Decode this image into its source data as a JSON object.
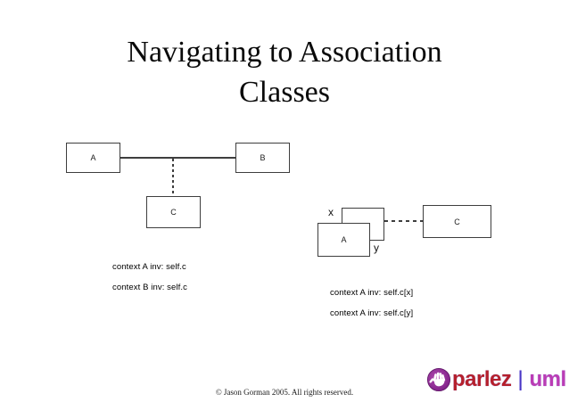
{
  "title": {
    "line1": "Navigating to Association",
    "line2": "Classes"
  },
  "left_diagram": {
    "class_a": "A",
    "class_b": "B",
    "association_class": "C",
    "constraints": [
      "context A inv: self.c",
      "context B inv: self.c"
    ]
  },
  "right_diagram": {
    "class_a": "A",
    "association_class": "C",
    "qualifier_x": "x",
    "qualifier_y": "y",
    "constraints": [
      "context A inv: self.c[x]",
      "context A inv: self.c[y]"
    ]
  },
  "footer": {
    "copyright": "© Jason Gorman 2005. All rights reserved."
  },
  "logo": {
    "brand_primary": "parlez",
    "separator": "|",
    "brand_secondary": "uml",
    "icon": "hand-icon",
    "colors": {
      "icon_circle": "#8d2790",
      "brand_primary": "#b5202c",
      "separator": "#4a36c4",
      "brand_secondary": "#bb3cb4",
      "line_color": "#3e3e3e"
    }
  }
}
